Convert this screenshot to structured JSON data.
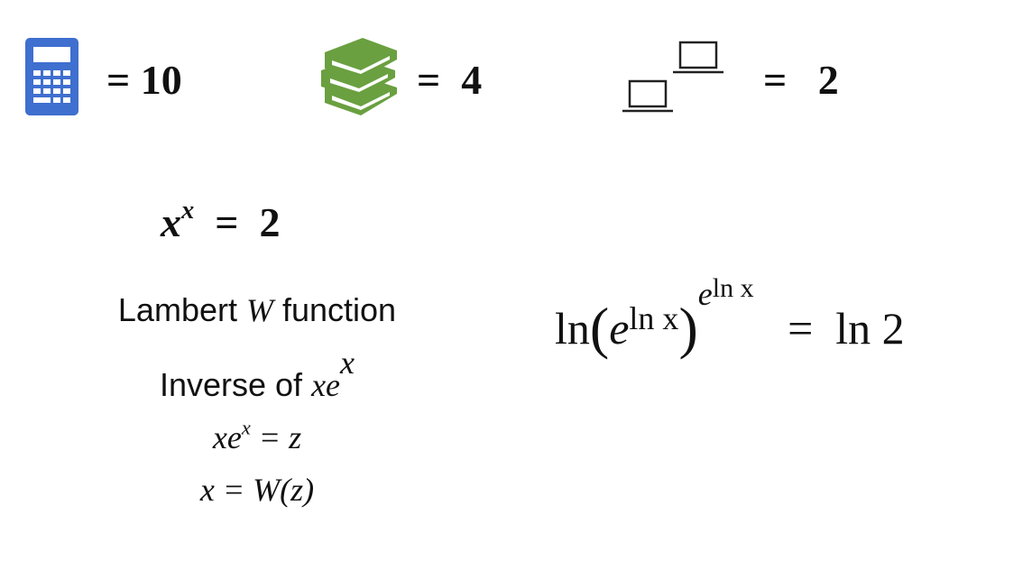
{
  "row1": [
    {
      "icon": "calculator-icon",
      "color": "#3f6fcf",
      "equals": "=",
      "value": "10"
    },
    {
      "icon": "books-icon",
      "color": "#6aa040",
      "equals": "=",
      "value": "4"
    },
    {
      "icon": "laptops-icon",
      "color": "#222222",
      "equals": "=",
      "value": "2"
    }
  ],
  "equation": {
    "base": "x",
    "exp": "x",
    "equals": "=",
    "rhs": "2"
  },
  "lambert": {
    "line1_pre": "Lambert ",
    "line1_w": "W",
    "line1_post": " function",
    "line2_pre": "Inverse of ",
    "line2_x": "xe",
    "line2_exp": "x",
    "line3_lhs": "xe",
    "line3_exp": "x",
    "line3_rhs": " = z",
    "line4": "x = W(z)"
  },
  "log_equation": {
    "ln": "ln",
    "open": "(",
    "e": "e",
    "inner_exp": "ln x",
    "close": ")",
    "outer_e": "e",
    "outer_exp": "ln x",
    "equals": "=",
    "rhs": "ln 2"
  }
}
